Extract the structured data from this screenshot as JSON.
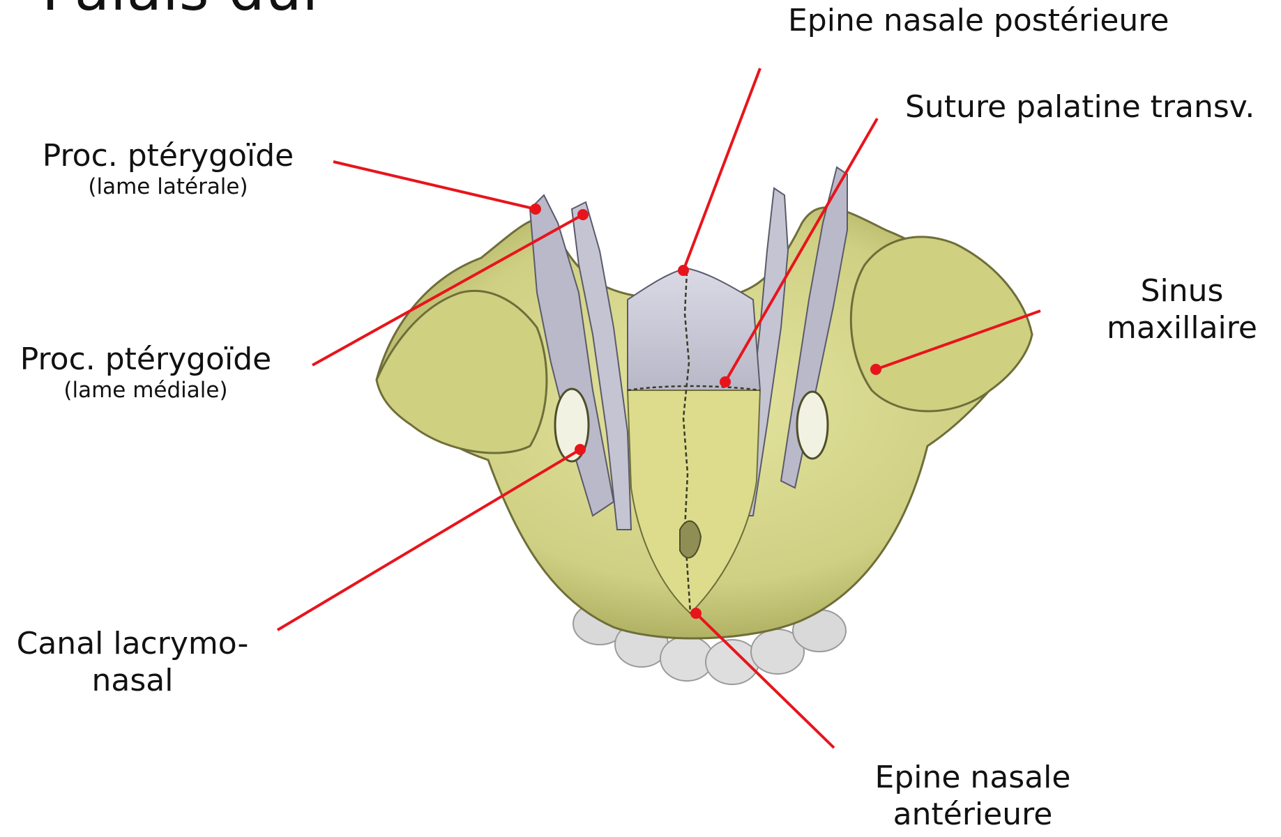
{
  "title": "Palais dur",
  "labels": {
    "epine_nasale_posterieure": "Epine nasale postérieure",
    "suture_palatine_transv": "Suture palatine transv.",
    "proc_pterygoide_laterale": "Proc. ptérygoïde",
    "proc_pterygoide_laterale_sub": "(lame latérale)",
    "proc_pterygoide_mediale": "Proc. ptérygoïde",
    "proc_pterygoide_mediale_sub": "(lame médiale)",
    "sinus_maxillaire_line1": "Sinus",
    "sinus_maxillaire_line2": "maxillaire",
    "canal_lacrymo_nasal_line1": "Canal lacrymo-",
    "canal_lacrymo_nasal_line2": "nasal",
    "epine_nasale_anterieure_line1": "Epine nasale",
    "epine_nasale_anterieure_line2": "antérieure"
  },
  "colors": {
    "leader_line": "#e8141c",
    "bone_yellow": "#d8d98a",
    "bone_dark": "#a9a85a",
    "palatine_grey": "#c9c9d6",
    "tooth": "#dcdcdc"
  }
}
